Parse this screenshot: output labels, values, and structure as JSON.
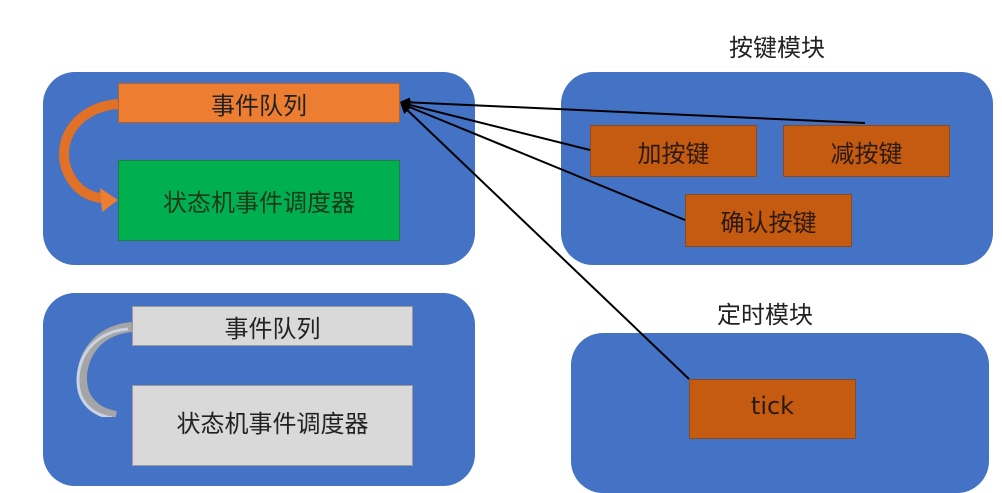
{
  "left_top": {
    "queue_label": "事件队列",
    "dispatcher_label": "状态机事件调度器"
  },
  "left_bottom": {
    "queue_label": "事件队列",
    "dispatcher_label": "状态机事件调度器"
  },
  "key_module": {
    "title": "按键模块",
    "keys": [
      "加按键",
      "减按键",
      "确认按键"
    ]
  },
  "timer_module": {
    "title": "定时模块",
    "tick_label": "tick"
  },
  "colors": {
    "container": "#4472C4",
    "queue_active": "#ED7D31",
    "dispatcher_active": "#00B050",
    "inactive": "#D9D9D9",
    "key": "#C55A11",
    "connector": "#000000"
  }
}
